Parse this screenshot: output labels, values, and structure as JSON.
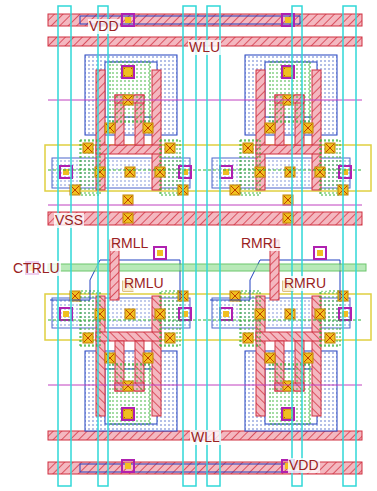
{
  "diagram": {
    "labels": [
      "VDD",
      "WLU",
      "VSS",
      "RMLL",
      "RMRL",
      "CTRLU",
      "RMLU",
      "RMRU",
      "WLL",
      "VDD"
    ]
  }
}
